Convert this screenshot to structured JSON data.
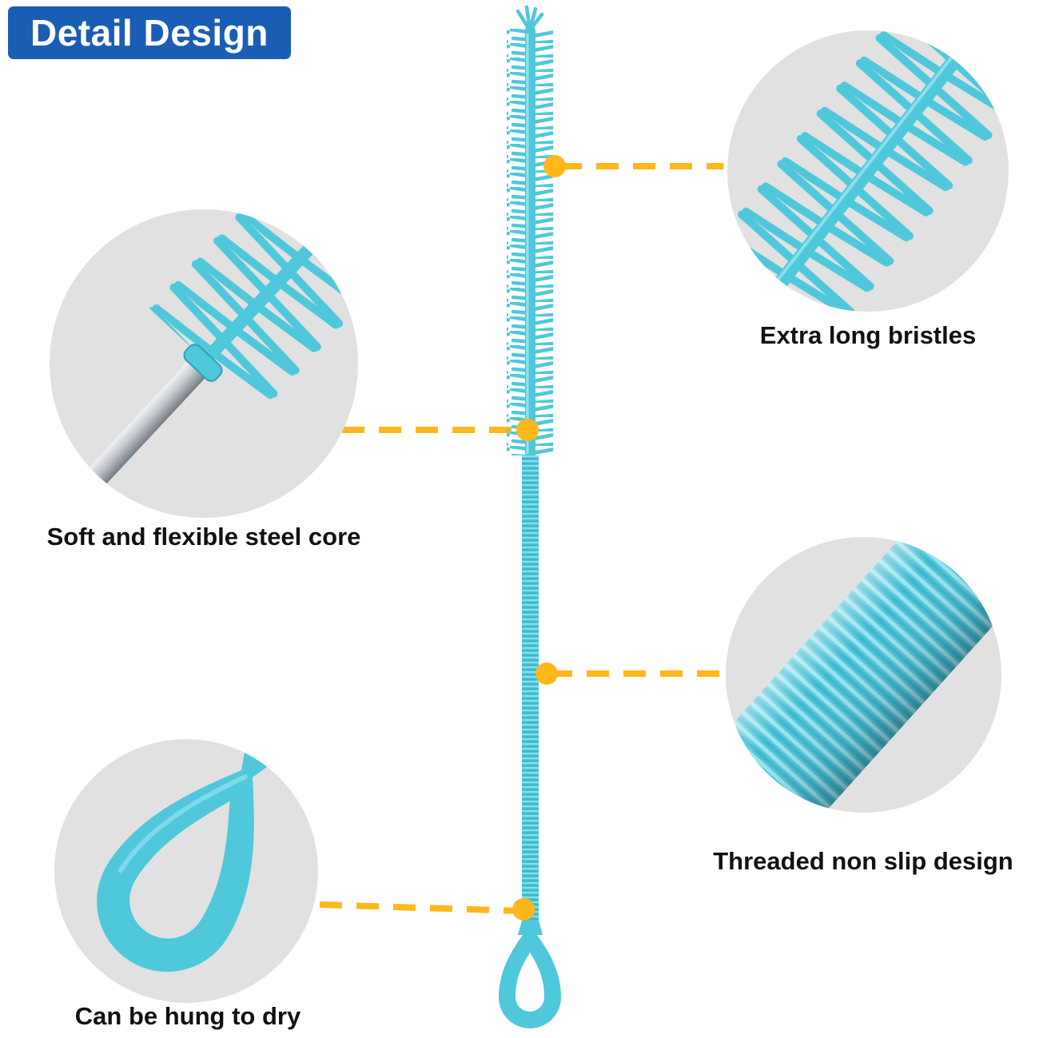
{
  "header": {
    "badge": "Detail Design"
  },
  "callouts": [
    {
      "name": "extra-long-bristles",
      "label": "Extra long bristles"
    },
    {
      "name": "steel-core",
      "label": "Soft and flexible steel core"
    },
    {
      "name": "threaded-grip",
      "label": "Threaded non slip design"
    },
    {
      "name": "hang-to-dry",
      "label": "Can be hung to dry"
    }
  ],
  "colors": {
    "badge_blue": "#1a5db5",
    "brush_teal": "#4fc8db",
    "brush_teal_dark": "#2aa3b9",
    "brush_teal_light": "#a5e8f2",
    "leader_yellow": "#ffb71c",
    "circle_gray": "#e1e1e1",
    "steel_light": "#f4f5f7",
    "steel_mid": "#c3c7cd",
    "steel_dark": "#70767f",
    "text": "#111111",
    "background": "#ffffff"
  }
}
